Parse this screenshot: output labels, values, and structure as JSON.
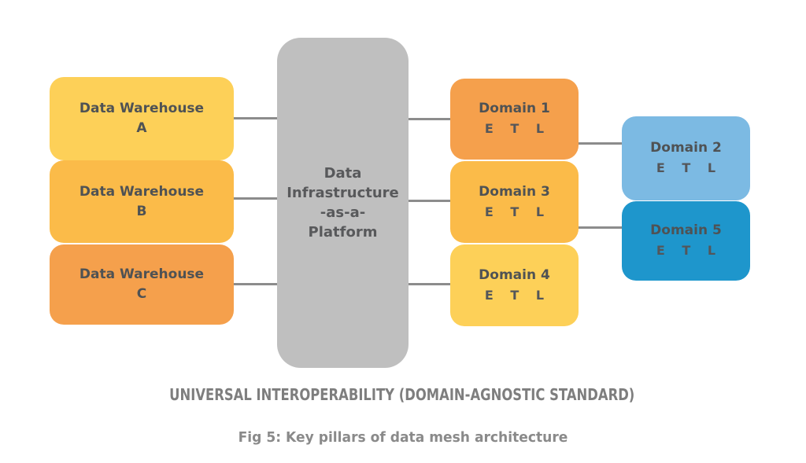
{
  "colors": {
    "yellow_light": "#FDD058",
    "yellow_mid": "#FBBB49",
    "orange": "#F5A04C",
    "platform_gray": "#BFBFBF",
    "blue_light": "#7CBAE3",
    "blue_dark": "#1E96CC",
    "connector_gray": "#8C8C8C",
    "box_text": "#4F5254",
    "caption_gray": "#7E7E7E"
  },
  "warehouses": [
    {
      "title": "Data Warehouse",
      "letter": "A",
      "color": "#FDD058"
    },
    {
      "title": "Data Warehouse",
      "letter": "B",
      "color": "#FBBB49"
    },
    {
      "title": "Data Warehouse",
      "letter": "C",
      "color": "#F5A04C"
    }
  ],
  "platform": {
    "line1": "Data",
    "line2": "Infrastructure",
    "line3": "-as-a-",
    "line4": "Platform",
    "color": "#BFBFBF"
  },
  "domains_center": [
    {
      "title": "Domain 1",
      "etl": "E T L",
      "color": "#F5A04C"
    },
    {
      "title": "Domain 3",
      "etl": "E T L",
      "color": "#FBBB49"
    },
    {
      "title": "Domain 4",
      "etl": "E T L",
      "color": "#FDD058"
    }
  ],
  "domains_right": [
    {
      "title": "Domain 2",
      "etl": "E T L",
      "color": "#7CBAE3"
    },
    {
      "title": "Domain 5",
      "etl": "E T L",
      "color": "#1E96CC"
    }
  ],
  "captions": {
    "interoperability": "UNIVERSAL INTEROPERABILITY (DOMAIN-AGNOSTIC STANDARD)",
    "figure": "Fig 5: Key pillars of data mesh architecture"
  }
}
